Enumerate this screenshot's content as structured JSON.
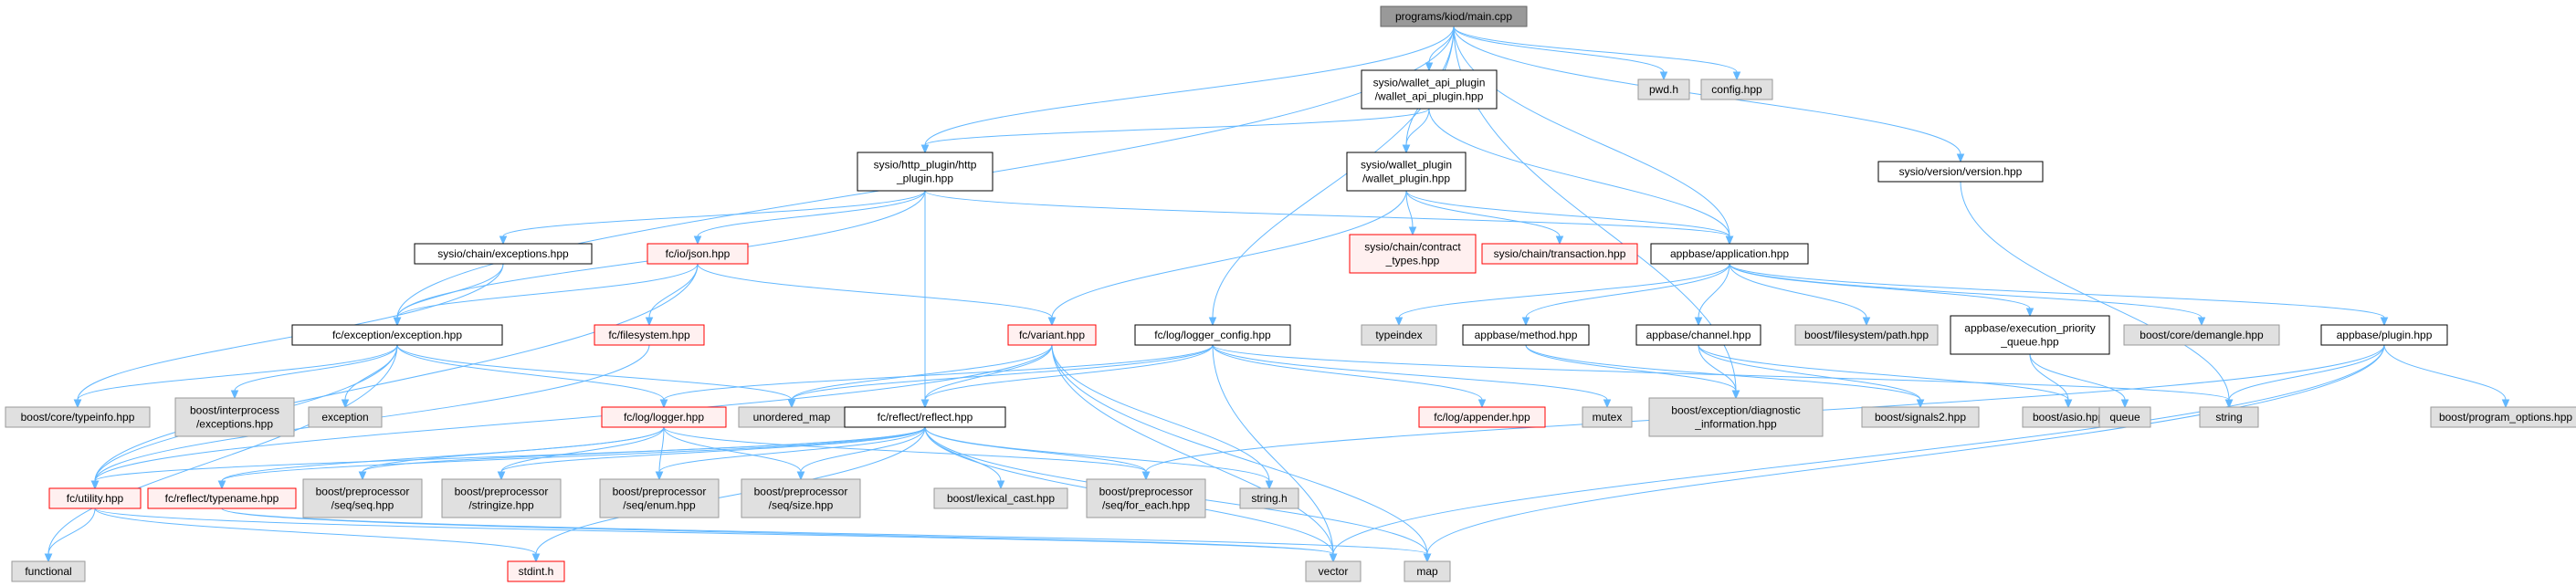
{
  "diagram": {
    "type": "include-dependency-graph",
    "colors": {
      "edge": "#63b8ff",
      "root_fill": "#999999",
      "root_border": "#666666",
      "documented_fill": "#ffffff",
      "documented_border": "#000000",
      "external_fill": "#e0e0e0",
      "external_border": "#999999",
      "missing_fill": "#fff0f0",
      "missing_border": "#ff0000"
    },
    "nodes": [
      {
        "id": "main",
        "lines": [
          "programs/kiod/main.cpp"
        ],
        "kind": "root"
      },
      {
        "id": "wallet_api_plugin",
        "lines": [
          "sysio/wallet_api_plugin",
          "/wallet_api_plugin.hpp"
        ],
        "kind": "documented"
      },
      {
        "id": "pwd",
        "lines": [
          "pwd.h"
        ],
        "kind": "external"
      },
      {
        "id": "config",
        "lines": [
          "config.hpp"
        ],
        "kind": "external"
      },
      {
        "id": "http_plugin",
        "lines": [
          "sysio/http_plugin/http",
          "_plugin.hpp"
        ],
        "kind": "documented"
      },
      {
        "id": "wallet_plugin",
        "lines": [
          "sysio/wallet_plugin",
          "/wallet_plugin.hpp"
        ],
        "kind": "documented"
      },
      {
        "id": "version",
        "lines": [
          "sysio/version/version.hpp"
        ],
        "kind": "documented"
      },
      {
        "id": "chain_exceptions",
        "lines": [
          "sysio/chain/exceptions.hpp"
        ],
        "kind": "documented"
      },
      {
        "id": "json",
        "lines": [
          "fc/io/json.hpp"
        ],
        "kind": "missing"
      },
      {
        "id": "contract_types",
        "lines": [
          "sysio/chain/contract",
          "_types.hpp"
        ],
        "kind": "missing"
      },
      {
        "id": "transaction",
        "lines": [
          "sysio/chain/transaction.hpp"
        ],
        "kind": "missing"
      },
      {
        "id": "application",
        "lines": [
          "appbase/application.hpp"
        ],
        "kind": "documented"
      },
      {
        "id": "fc_exception",
        "lines": [
          "fc/exception/exception.hpp"
        ],
        "kind": "documented"
      },
      {
        "id": "filesystem",
        "lines": [
          "fc/filesystem.hpp"
        ],
        "kind": "missing"
      },
      {
        "id": "variant",
        "lines": [
          "fc/variant.hpp"
        ],
        "kind": "missing"
      },
      {
        "id": "logger_config",
        "lines": [
          "fc/log/logger_config.hpp"
        ],
        "kind": "documented"
      },
      {
        "id": "typeindex",
        "lines": [
          "typeindex"
        ],
        "kind": "external"
      },
      {
        "id": "method",
        "lines": [
          "appbase/method.hpp"
        ],
        "kind": "documented"
      },
      {
        "id": "channel",
        "lines": [
          "appbase/channel.hpp"
        ],
        "kind": "documented"
      },
      {
        "id": "fs_path",
        "lines": [
          "boost/filesystem/path.hpp"
        ],
        "kind": "external"
      },
      {
        "id": "exec_queue",
        "lines": [
          "appbase/execution_priority",
          "_queue.hpp"
        ],
        "kind": "documented"
      },
      {
        "id": "demangle",
        "lines": [
          "boost/core/demangle.hpp"
        ],
        "kind": "external"
      },
      {
        "id": "plugin",
        "lines": [
          "appbase/plugin.hpp"
        ],
        "kind": "documented"
      },
      {
        "id": "typeinfo",
        "lines": [
          "boost/core/typeinfo.hpp"
        ],
        "kind": "external"
      },
      {
        "id": "interprocess",
        "lines": [
          "boost/interprocess",
          "/exceptions.hpp"
        ],
        "kind": "external"
      },
      {
        "id": "exception",
        "lines": [
          "exception"
        ],
        "kind": "external"
      },
      {
        "id": "unordered_map",
        "lines": [
          "unordered_map"
        ],
        "kind": "external"
      },
      {
        "id": "logger",
        "lines": [
          "fc/log/logger.hpp"
        ],
        "kind": "missing"
      },
      {
        "id": "reflect",
        "lines": [
          "fc/reflect/reflect.hpp"
        ],
        "kind": "documented"
      },
      {
        "id": "appender",
        "lines": [
          "fc/log/appender.hpp"
        ],
        "kind": "missing"
      },
      {
        "id": "mutex",
        "lines": [
          "mutex"
        ],
        "kind": "external"
      },
      {
        "id": "diag_info",
        "lines": [
          "boost/exception/diagnostic",
          "_information.hpp"
        ],
        "kind": "external"
      },
      {
        "id": "signals2",
        "lines": [
          "boost/signals2.hpp"
        ],
        "kind": "external"
      },
      {
        "id": "asio",
        "lines": [
          "boost/asio.hpp"
        ],
        "kind": "external"
      },
      {
        "id": "queue",
        "lines": [
          "queue"
        ],
        "kind": "external"
      },
      {
        "id": "string",
        "lines": [
          "string"
        ],
        "kind": "external"
      },
      {
        "id": "program_options",
        "lines": [
          "boost/program_options.hpp"
        ],
        "kind": "external"
      },
      {
        "id": "utility",
        "lines": [
          "fc/utility.hpp"
        ],
        "kind": "missing"
      },
      {
        "id": "typename",
        "lines": [
          "fc/reflect/typename.hpp"
        ],
        "kind": "missing"
      },
      {
        "id": "seq_seq",
        "lines": [
          "boost/preprocessor",
          "/seq/seq.hpp"
        ],
        "kind": "external"
      },
      {
        "id": "stringize",
        "lines": [
          "boost/preprocessor",
          "/stringize.hpp"
        ],
        "kind": "external"
      },
      {
        "id": "seq_enum",
        "lines": [
          "boost/preprocessor",
          "/seq/enum.hpp"
        ],
        "kind": "external"
      },
      {
        "id": "seq_size",
        "lines": [
          "boost/preprocessor",
          "/seq/size.hpp"
        ],
        "kind": "external"
      },
      {
        "id": "lexical_cast",
        "lines": [
          "boost/lexical_cast.hpp"
        ],
        "kind": "external"
      },
      {
        "id": "for_each",
        "lines": [
          "boost/preprocessor",
          "/seq/for_each.hpp"
        ],
        "kind": "external"
      },
      {
        "id": "string_h",
        "lines": [
          "string.h"
        ],
        "kind": "external"
      },
      {
        "id": "functional",
        "lines": [
          "functional"
        ],
        "kind": "external"
      },
      {
        "id": "stdint",
        "lines": [
          "stdint.h"
        ],
        "kind": "missing"
      },
      {
        "id": "vector",
        "lines": [
          "vector"
        ],
        "kind": "external"
      },
      {
        "id": "map",
        "lines": [
          "map"
        ],
        "kind": "external"
      }
    ],
    "edges": [
      [
        "main",
        "wallet_api_plugin"
      ],
      [
        "main",
        "pwd"
      ],
      [
        "main",
        "config"
      ],
      [
        "main",
        "http_plugin"
      ],
      [
        "main",
        "wallet_plugin"
      ],
      [
        "main",
        "version"
      ],
      [
        "main",
        "application"
      ],
      [
        "main",
        "fc_exception"
      ],
      [
        "main",
        "logger_config"
      ],
      [
        "main",
        "diag_info"
      ],
      [
        "wallet_api_plugin",
        "http_plugin"
      ],
      [
        "wallet_api_plugin",
        "wallet_plugin"
      ],
      [
        "wallet_api_plugin",
        "application"
      ],
      [
        "http_plugin",
        "chain_exceptions"
      ],
      [
        "http_plugin",
        "json"
      ],
      [
        "http_plugin",
        "application"
      ],
      [
        "http_plugin",
        "fc_exception"
      ],
      [
        "http_plugin",
        "reflect"
      ],
      [
        "wallet_plugin",
        "contract_types"
      ],
      [
        "wallet_plugin",
        "transaction"
      ],
      [
        "wallet_plugin",
        "application"
      ],
      [
        "wallet_plugin",
        "variant"
      ],
      [
        "version",
        "string"
      ],
      [
        "chain_exceptions",
        "fc_exception"
      ],
      [
        "chain_exceptions",
        "typeinfo"
      ],
      [
        "json",
        "fc_exception"
      ],
      [
        "json",
        "filesystem"
      ],
      [
        "json",
        "variant"
      ],
      [
        "json",
        "utility"
      ],
      [
        "application",
        "typeindex"
      ],
      [
        "application",
        "method"
      ],
      [
        "application",
        "channel"
      ],
      [
        "application",
        "fs_path"
      ],
      [
        "application",
        "exec_queue"
      ],
      [
        "application",
        "demangle"
      ],
      [
        "application",
        "plugin"
      ],
      [
        "fc_exception",
        "typeinfo"
      ],
      [
        "fc_exception",
        "interprocess"
      ],
      [
        "fc_exception",
        "exception"
      ],
      [
        "fc_exception",
        "unordered_map"
      ],
      [
        "fc_exception",
        "logger"
      ],
      [
        "fc_exception",
        "utility"
      ],
      [
        "fc_exception",
        "functional"
      ],
      [
        "filesystem",
        "utility"
      ],
      [
        "variant",
        "unordered_map"
      ],
      [
        "variant",
        "reflect"
      ],
      [
        "variant",
        "string_h"
      ],
      [
        "variant",
        "vector"
      ],
      [
        "variant",
        "map"
      ],
      [
        "variant",
        "utility"
      ],
      [
        "logger_config",
        "logger"
      ],
      [
        "logger_config",
        "appender"
      ],
      [
        "logger_config",
        "unordered_map"
      ],
      [
        "logger_config",
        "reflect"
      ],
      [
        "logger_config",
        "mutex"
      ],
      [
        "logger_config",
        "string"
      ],
      [
        "logger_config",
        "vector"
      ],
      [
        "method",
        "diag_info"
      ],
      [
        "method",
        "signals2"
      ],
      [
        "channel",
        "diag_info"
      ],
      [
        "channel",
        "signals2"
      ],
      [
        "channel",
        "asio"
      ],
      [
        "exec_queue",
        "asio"
      ],
      [
        "exec_queue",
        "queue"
      ],
      [
        "plugin",
        "string"
      ],
      [
        "plugin",
        "program_options"
      ],
      [
        "plugin",
        "vector"
      ],
      [
        "plugin",
        "map"
      ],
      [
        "plugin",
        "for_each"
      ],
      [
        "logger",
        "typename"
      ],
      [
        "logger",
        "seq_seq"
      ],
      [
        "logger",
        "stringize"
      ],
      [
        "logger",
        "seq_enum"
      ],
      [
        "logger",
        "seq_size"
      ],
      [
        "logger",
        "for_each"
      ],
      [
        "reflect",
        "utility"
      ],
      [
        "reflect",
        "typename"
      ],
      [
        "reflect",
        "seq_seq"
      ],
      [
        "reflect",
        "stringize"
      ],
      [
        "reflect",
        "seq_enum"
      ],
      [
        "reflect",
        "seq_size"
      ],
      [
        "reflect",
        "lexical_cast"
      ],
      [
        "reflect",
        "for_each"
      ],
      [
        "reflect",
        "string_h"
      ],
      [
        "reflect",
        "vector"
      ],
      [
        "reflect",
        "map"
      ],
      [
        "reflect",
        "stdint"
      ],
      [
        "utility",
        "functional"
      ],
      [
        "utility",
        "stdint"
      ],
      [
        "utility",
        "vector"
      ],
      [
        "typename",
        "vector"
      ],
      [
        "typename",
        "map"
      ]
    ]
  }
}
